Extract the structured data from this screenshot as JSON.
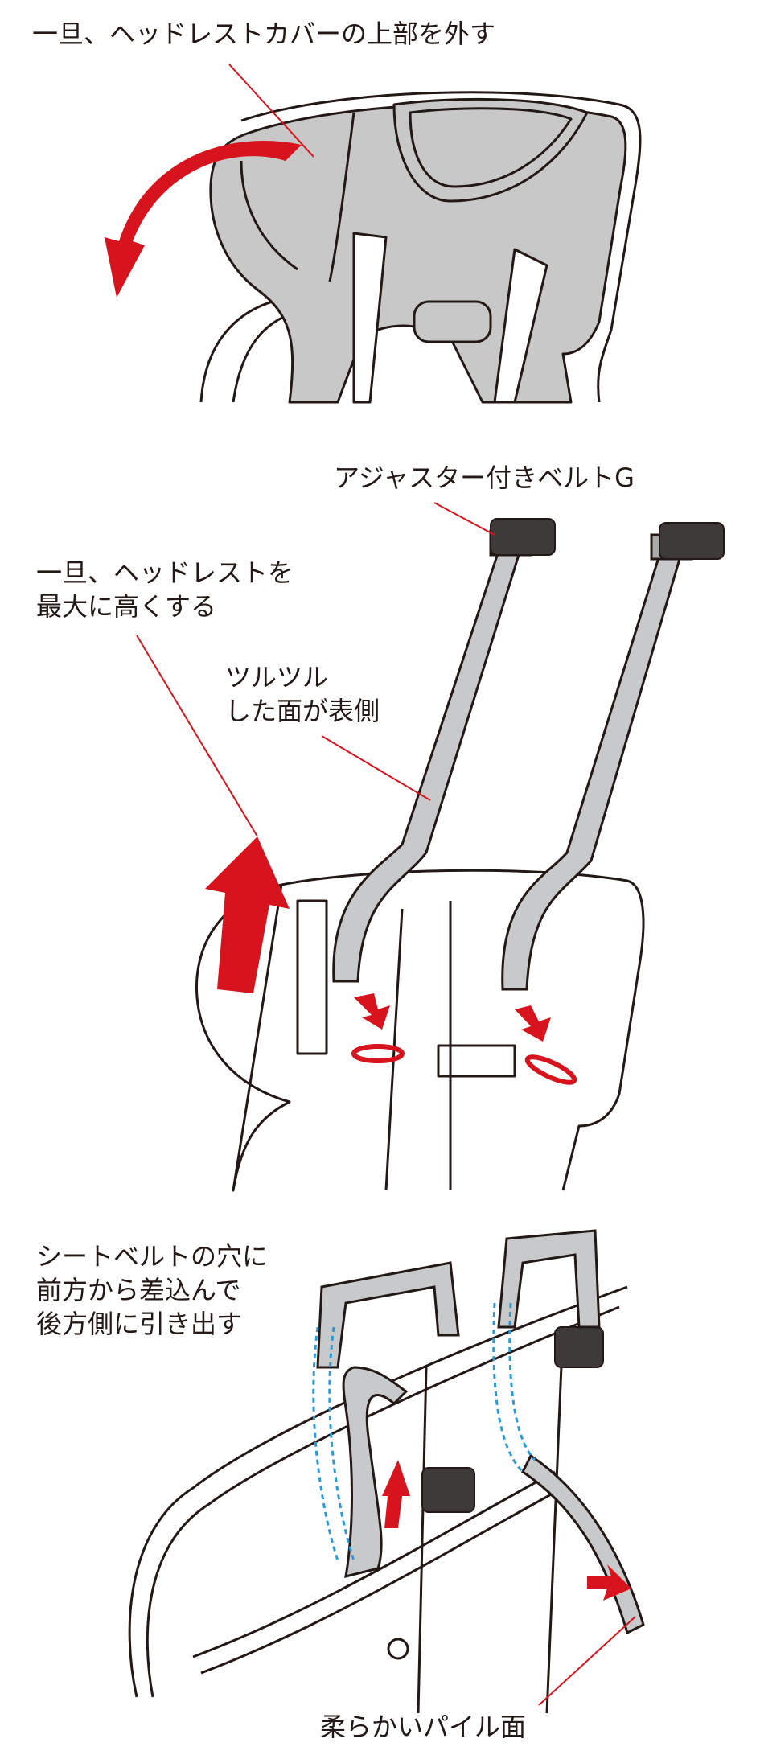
{
  "step1": {
    "caption": "一旦、ヘッドレストカバーの上部を外す"
  },
  "step2": {
    "adjuster_label": "アジャスター付きベルトG",
    "raise_line1": "一旦、ヘッドレストを",
    "raise_line2": "最大に高くする",
    "smooth_line1": "ツルツル",
    "smooth_line2": "した面が表側"
  },
  "step3": {
    "insert_line1": "シートベルトの穴に",
    "insert_line2": "前方から差込んで",
    "insert_line3": "後方側に引き出す",
    "pile_label": "柔らかいパイル面"
  },
  "colors": {
    "arrow": "#d7141e",
    "cover": "#c8c8c8",
    "strap": "#c8c9ca",
    "dashed": "#2d9ad8",
    "line": "#231815"
  }
}
